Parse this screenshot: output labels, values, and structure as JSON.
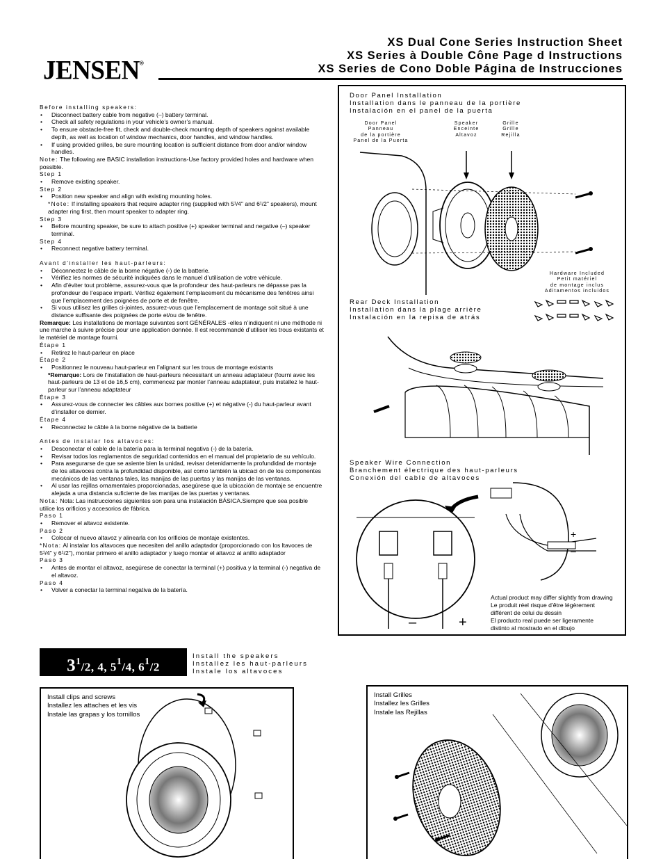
{
  "header": {
    "title_en": "XS Dual Cone Series Instruction Sheet",
    "title_fr": "XS Series à  Double Cône Page d Instructions",
    "title_es": "XS Series de Cono Doble Página de Instrucciones",
    "brand": "JENSEN",
    "registered": "®"
  },
  "english": {
    "heading": "Before installing speakers:",
    "bullets": [
      "Disconnect battery cable from negative (–) battery terminal.",
      "Check all safety regulations in your vehicle’s owner’s manual.",
      "To ensure obstacle-free fit, check and double-check mounting depth of speakers against available depth, as well as location of window mechanics, door handles, and window handles.",
      "If using provided grilles, be sure mounting location is sufficient distance from door and/or window handles."
    ],
    "note_label": "Note:",
    "note": "The following are BASIC installation instructions-Use factory provided holes and hardware when possible.",
    "step1_label": "Step 1",
    "step1": "Remove existing speaker.",
    "step2_label": "Step 2",
    "step2": "Position new speaker and align with existing mounting holes.",
    "step2_note_label": "*Note:",
    "step2_note": "If installing speakers that require adapter ring (supplied with 5¹/4\" and 6¹/2\" speakers), mount adapter ring first, then mount speaker to adapter ring.",
    "step3_label": "Step 3",
    "step3": "Before mounting speaker, be sure to attach positive (+) speaker terminal and negative (–) speaker terminal.",
    "step4_label": "Step 4",
    "step4": "Reconnect negative battery terminal."
  },
  "french": {
    "heading": "Avant d’installer les haut-parleurs:",
    "bullets": [
      "Déconnectez le câble de la borne négative (-) de la batterie.",
      "Vérifiez les normes de sécurité indiquées dans le manuel d’utilisation de votre véhicule.",
      "Afin d’éviter tout problème, assurez-vous que la profondeur des haut-parleurs ne dépasse pas la profondeur de l’espace imparti. Vérifiez également l’emplacement du mécanisme des fenêtres ainsi que l’emplacement des poignées de porte et de fenêtre.",
      "Si vous utilisez les grilles ci-jointes, assurez-vous que l’emplacement de montage soit situé à une distance suffisante des poignées de porte et/ou de fenêtre."
    ],
    "remark_label": "Remarque:",
    "remark": "Les installations de montage suivantes sont GÉNÉRALES -elles n’indiquent ni une méthode ni une marche à suivre précise pour une application donnée. Il est recommandé d’utiliser les trous existants et le matériel de montage fourni.",
    "step1_label": "Étape 1",
    "step1": "Retirez le haut-parleur en place",
    "step2_label": "Étape 2",
    "step2": "Positionnez le nouveau haut-parleur en l’alignant sur les trous de montage existants",
    "step2_note_label": "*Remarque:",
    "step2_note": "Lors de l’installation de haut-parleurs nécessitant un anneau adaptateur (fourni avec les haut-parleurs de 13 et de 16,5 cm), commencez par monter l’anneau adaptateur, puis installez le haut-parleur sur l’anneau adaptateur",
    "step3_label": "Étape 3",
    "step3": "Assurez-vous de connecter les câbles aux bornes positive (+) et négative (-) du haut-parleur avant d’installer ce dernier.",
    "step4_label": "Étape 4",
    "step4": "Reconnectez le câble à la borne négative de la batterie"
  },
  "spanish": {
    "heading": "Antes de instalar los altavoces:",
    "bullets": [
      "Desconectar el cable de la batería para la terminal negativa (-) de la batería.",
      "Revisar todos los reglamentos de seguridad contenidos en el manual del propietario de su vehículo.",
      "Para asegurarse de que se asiente bien la unidad, revisar detenidamente la profundidad de montaje de los altavoces contra la profundidad disponible, así como también la ubicaci ón de los componentes mecánicos de las ventanas tales, las manijas de las puertas y las manijas de las ventanas.",
      "Al usar las rejillas ornamentales proporcionadas, asegúrese que la ubicación de montaje se encuentre alejada a una distancia suficiente de las manijas de las puertas y ventanas."
    ],
    "note_label": "Nota:",
    "note": "Nota: Las instrucciones siguientes son para una instalación BÁSICA.Siempre que sea posible utilice los orificios y accesorios de fábrica.",
    "step1_label": "Paso 1",
    "step1": "Remover el altavoz existente.",
    "step2_label": "Paso 2",
    "step2": "Colocar el nuevo altavoz y alinearla con los orificios de montaje existentes.",
    "step2_note_label": "*Nota:",
    "step2_note": "Al instalar los altavoces que necesiten del anillo adaptador (proporcionado con los ltavoces de 5¹/4\" y 6¹/2\"), montar primero el anillo adaptador y luego montar el altavoz al anillo adaptador",
    "step3_label": "Paso 3",
    "step3": "Antes de montar el altavoz, asegúrese de conectar la terminal (+) positiva y la terminal (-) negativa de el altavoz.",
    "step4_label": "Paso 4",
    "step4": "Volver a conectar la terminal negativa de la batería."
  },
  "door_panel": {
    "head_en": "Door Panel Installation",
    "head_fr": "Installation dans le panneau de la portière",
    "head_es": "Instalación en el panel de la puerta",
    "label_door": [
      "Door Panel",
      "Panneau",
      "de la portière",
      "Panel de la Puerta"
    ],
    "label_speaker": [
      "Speaker",
      "Enceinte",
      "Altavoz"
    ],
    "label_grille": [
      "Grille",
      "Grille",
      "Rejilla"
    ],
    "label_hardware": [
      "Hardware Included",
      "Petit matériel",
      "de montage inclus",
      "Aditamentos incluidos"
    ]
  },
  "rear_deck": {
    "head_en": "Rear Deck Installation",
    "head_fr": "Installation dans la plage arrière",
    "head_es": "Instalación en la repisa de atrás"
  },
  "wiring": {
    "head_en": "Speaker Wire Connection",
    "head_fr": "Branchement électrique des haut-parleurs",
    "head_es": "Conexión del cable de altavoces",
    "minus": "–",
    "plus": "+",
    "disclaimer": [
      "Actual product may differ slightly from drawing",
      "Le produit réel risque d’être légèrement",
      "différent de celui du dessin",
      "El producto real puede ser ligeramente",
      "distinto al mostrado en el dibujo"
    ]
  },
  "sizes": {
    "d1": "3",
    "n1": "1",
    "s1": "/2, 4, 5",
    "n2": "1",
    "s2": "/4, 6",
    "n3": "1",
    "s3": "/2"
  },
  "install": {
    "en": "Install the speakers",
    "fr": "Installez les haut-parleurs",
    "es": "Instale los altavoces"
  },
  "clips_box": [
    "Install clips and screws",
    "Installez les attaches et les vis",
    "Instale las grapas y los tornillos"
  ],
  "grilles_box": [
    "Install Grilles",
    "Installez les Grilles",
    "Instale las Rejillas"
  ]
}
